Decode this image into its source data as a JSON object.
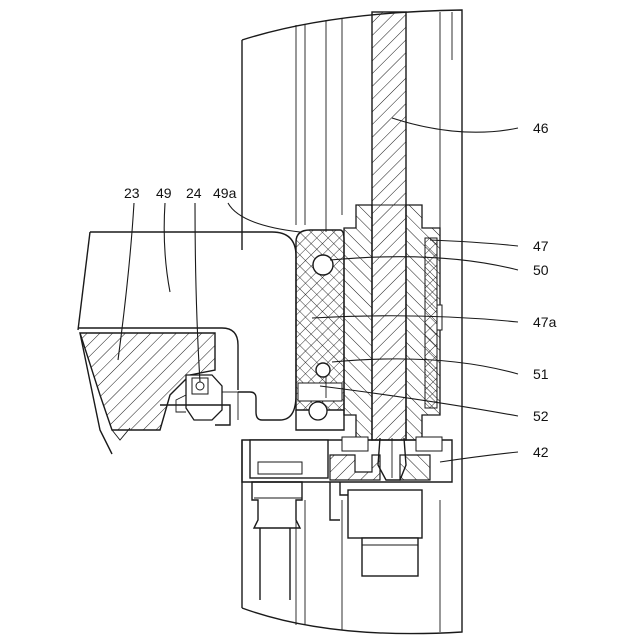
{
  "labels": {
    "l23": "23",
    "l49": "49",
    "l24": "24",
    "l49a": "49a",
    "l46": "46",
    "l47": "47",
    "l50": "50",
    "l47a": "47a",
    "l51": "51",
    "l52": "52",
    "l42": "42"
  }
}
